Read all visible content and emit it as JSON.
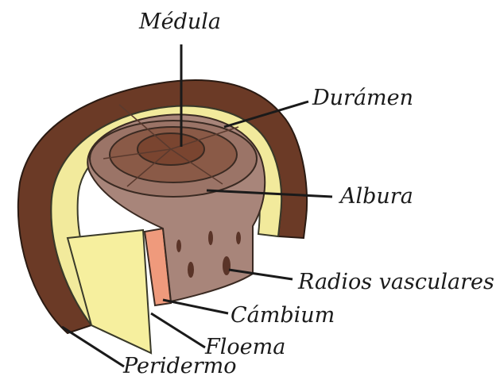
{
  "labels": {
    "medula": "Médula",
    "duramen": "Durámen",
    "albura": "Albura",
    "radios": "Radios vasculares",
    "cambium": "Cámbium",
    "floema": "Floema",
    "peridermo": "Peridermo"
  },
  "colors": {
    "bark": "#6b3a26",
    "bark_dark": "#3e2218",
    "yellow_layer": "#f2ea9c",
    "cambium": "#ef9a7c",
    "sapwood": "#a8857a",
    "heartwood": "#8a5a47",
    "pith": "#7a4530",
    "line": "#1a1a1a"
  }
}
